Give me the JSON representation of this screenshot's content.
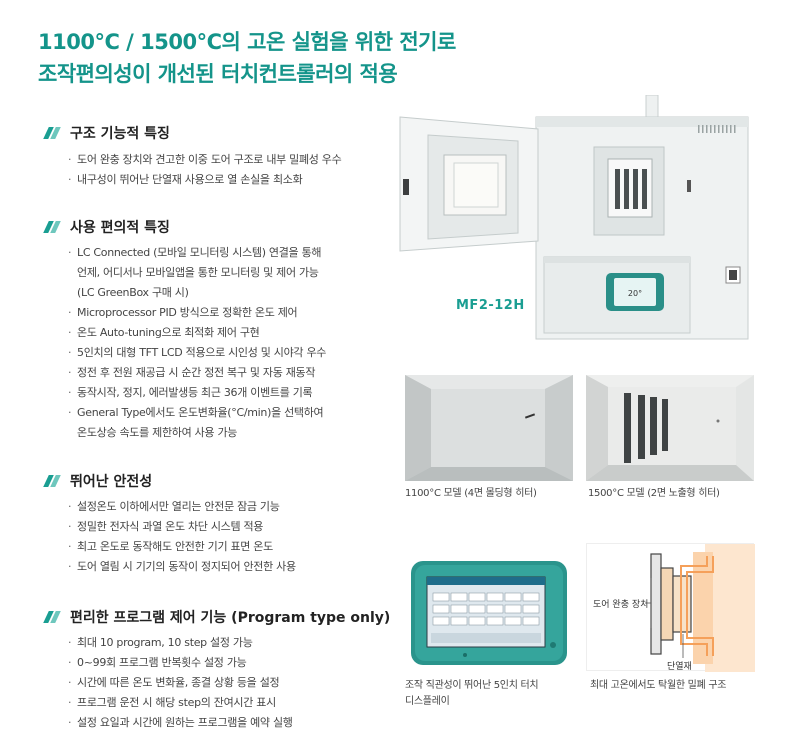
{
  "headline": {
    "line1": "1100°C / 1500°C의 고온 실험을 위한 전기로",
    "line2": "조작편의성이 개선된 터치컨트롤러의 적용"
  },
  "sections": [
    {
      "title": "구조 기능적 특징",
      "items": [
        "도어 완충 장치와 견고한 이중 도어 구조로 내부 밀폐성 우수",
        "내구성이 뛰어난 단열재 사용으로 열 손실을 최소화"
      ]
    },
    {
      "title": "사용 편의적 특징",
      "items": [
        "LC Connected (모바일 모니터링 시스템) 연결을 통해",
        "언제, 어디서나 모바일앱을 통한 모니터링 및 제어 가능",
        "(LC GreenBox 구매 시)",
        "Microprocessor PID 방식으로 정확한 온도 제어",
        "온도 Auto-tuning으로 최적화 제어 구현",
        "5인치의 대형 TFT LCD 적용으로 시인성 및 시야각 우수",
        "정전 후 전원 재공급 시 순간 정전 복구 및 자동 재동작",
        "동작시작, 정지, 에러발생등 최근 36개 이벤트를 기록",
        "General Type에서도 온도변화율(°C/min)을 선택하여",
        "온도상승 속도를 제한하여 사용 가능"
      ]
    },
    {
      "title": "뛰어난 안전성",
      "items": [
        "설정온도 이하에서만 열리는 안전문 잠금 기능",
        "정밀한 전자식 과열 온도 차단 시스템 적용",
        "최고 온도로 동작해도 안전한 기기 표면 온도",
        "도어 열림 시 기기의 동작이 정지되어 안전한 사용"
      ]
    },
    {
      "title": "편리한 프로그램 제어 기능 (Program type only)",
      "items": [
        "최대 10 program, 10 step 설정 가능",
        "0~99회 프로그램 반복횟수 설정 가능",
        "시간에 따른 온도 변화율, 종결 상황 등을 설정",
        "프로그램 운전 시 해당 step의 잔여시간 표시",
        "설정 요일과 시간에 원하는 프로그램을 예약 실행"
      ]
    }
  ],
  "product": {
    "model": "MF2-12H",
    "display_temp": "20°"
  },
  "photos": {
    "chamber_1100_caption": "1100°C 모델 (4면 몰딩형 히터)",
    "chamber_1500_caption": "1500°C 모델 (2면 노출형 히터)",
    "controller_caption_line1": "조작 직관성이 뛰어난 5인치 터치",
    "controller_caption_line2": "디스플레이",
    "door_caption": "최대 고온에서도 탁월한 밀폐 구조",
    "door_label": "도어 완충 장치",
    "insulation_label": "단열재"
  },
  "colors": {
    "accent": "#14948a",
    "accent_light": "#6ec7bd",
    "controller_body": "#2a8f88",
    "diagram_orange": "#f5a05a"
  }
}
